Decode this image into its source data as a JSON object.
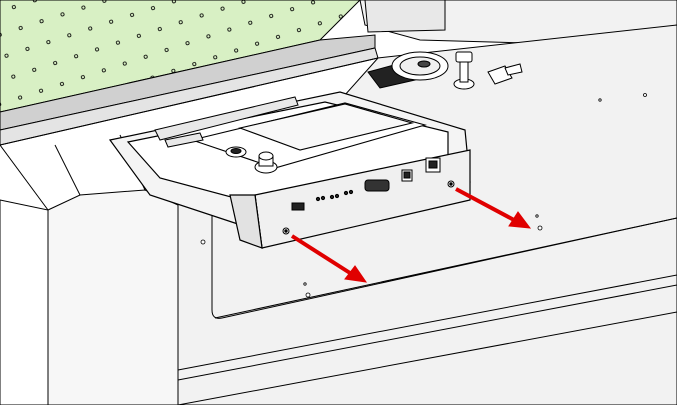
{
  "diagram": {
    "annotations": [
      {
        "id": "left-arrow",
        "kind": "arrow",
        "meaning": "remove-screw"
      },
      {
        "id": "right-arrow",
        "kind": "arrow",
        "meaning": "remove-screw"
      }
    ],
    "colors": {
      "line": "#000000",
      "machine_panel": "#f2f2f2",
      "machine_shadow": "#d9d9d9",
      "bed_green": "#d8f0c4",
      "bed_edge": "#b5b5b5",
      "arrow": "#e00000"
    },
    "icons": [
      "emergency-stop-icon",
      "key-switch-icon",
      "rj45-port-icon",
      "usb-port-icon",
      "serial-port-icon",
      "rotary-knob-icon"
    ]
  }
}
